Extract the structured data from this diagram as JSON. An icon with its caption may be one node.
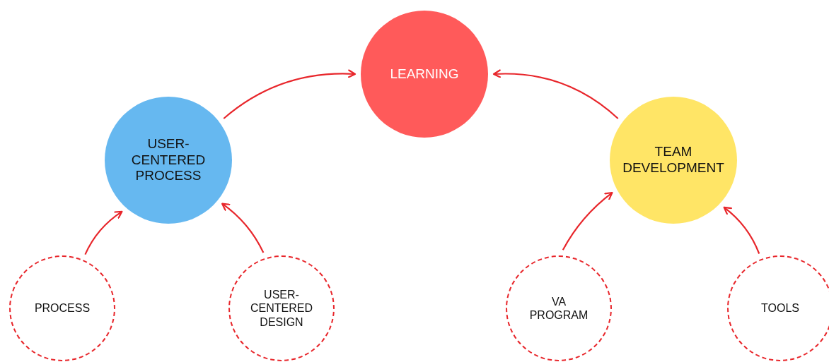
{
  "diagram": {
    "nodes": [
      {
        "text": [
          "LEARNING"
        ]
      },
      {
        "text": [
          "USER-CENTERED PROCESS"
        ]
      },
      {
        "text": [
          "TEAM DEVELOPMENT"
        ]
      },
      {
        "text": [
          "PROCESS"
        ]
      },
      {
        "text": [
          "USER-CENTERED DESIGN"
        ]
      },
      {
        "text": [
          "VA PROGRAM"
        ]
      },
      {
        "text": [
          "TOOLS"
        ]
      }
    ],
    "edges": [
      {
        "from": 1,
        "to": 0,
        "arrow": "to"
      },
      {
        "from": 2,
        "to": 0,
        "arrow": "to"
      },
      {
        "from": 3,
        "to": 1,
        "arrow": "to"
      },
      {
        "from": 4,
        "to": 1,
        "arrow": "to"
      },
      {
        "from": 5,
        "to": 2,
        "arrow": "to"
      },
      {
        "from": 6,
        "to": 2,
        "arrow": "to"
      }
    ]
  }
}
